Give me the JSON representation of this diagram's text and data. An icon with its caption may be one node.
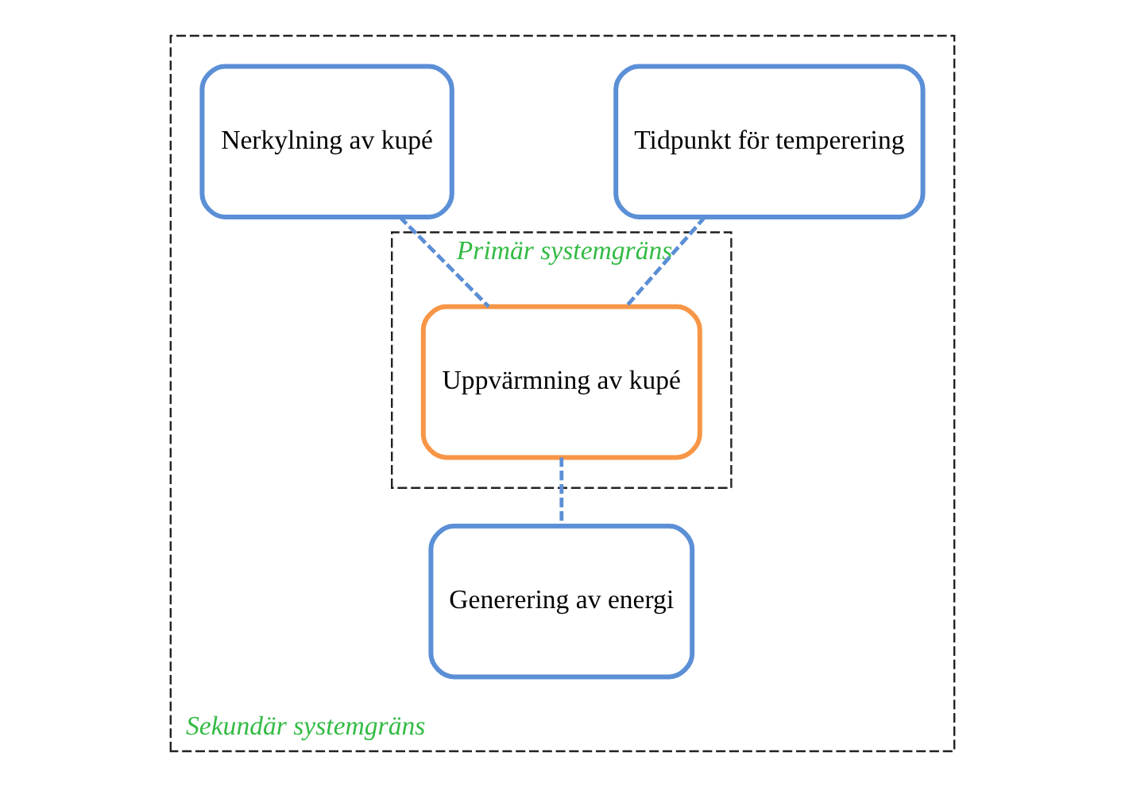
{
  "diagram": {
    "nodes": [
      {
        "text": [
          "Sekundär systemgräns"
        ]
      },
      {
        "text": [
          "Tidpunkt för temperering"
        ],
        "in": 0
      },
      {
        "text": [
          "Nerkylning av kupé"
        ],
        "in": 0
      },
      {
        "text": [
          "Primär systemgräns"
        ],
        "in": 0
      },
      {
        "text": [
          "Uppvärmning av kupé"
        ],
        "in": 3
      },
      {
        "text": [
          "Generering av energi"
        ],
        "in": 0
      }
    ],
    "edges": [
      {
        "from": 1,
        "to": 4,
        "arrow": "none",
        "style": "dashed"
      },
      {
        "from": 2,
        "to": 4,
        "arrow": "none",
        "style": "dashed"
      },
      {
        "from": 4,
        "to": 5,
        "arrow": "none",
        "style": "dashed"
      }
    ]
  }
}
